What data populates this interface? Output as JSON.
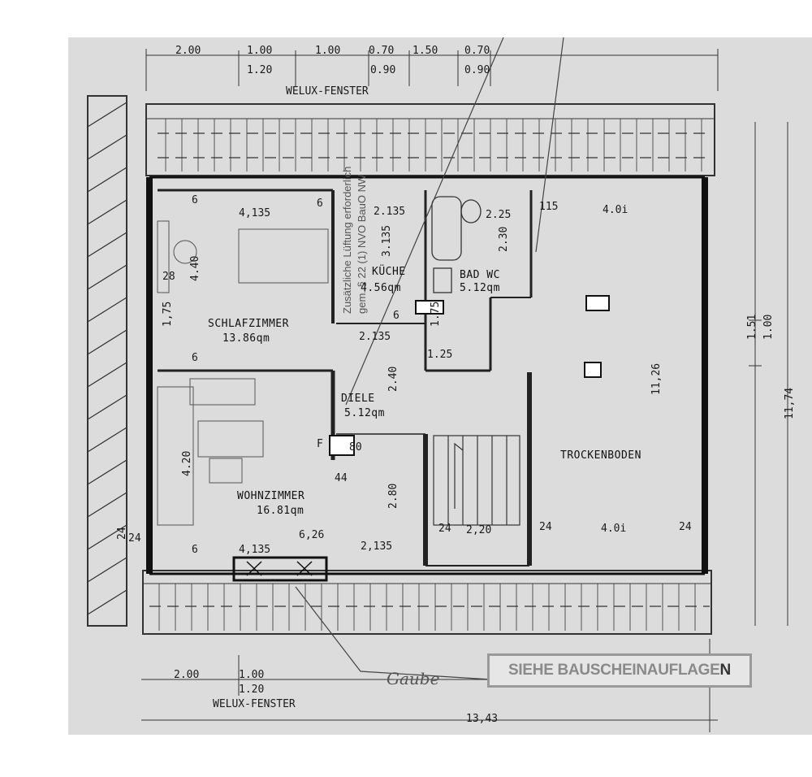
{
  "top_dims_row1": [
    "2.00",
    "1.00",
    "1.00",
    "0.70",
    "1.50",
    "0.70"
  ],
  "top_dims_row2": [
    "1.20",
    "0.90",
    "0.90"
  ],
  "top_window_label": "WELUX-FENSTER",
  "bottom_dims_row1": [
    "2.00",
    "1.00"
  ],
  "bottom_dims_row2": [
    "1.20"
  ],
  "bottom_window_label": "WELUX-FENSTER",
  "overall_width": "13,43",
  "right_dims": [
    "1.51",
    "1.00"
  ],
  "overall_depth": "11,74",
  "left_wall_dim": "24",
  "gaube_label": "Gaube",
  "stamp": {
    "text": "SIEHE BAUSCHEINAUFLAGE",
    "last_letter": "N"
  },
  "vertical_note": [
    "Zusätzliche Lüftung erforderlich",
    "gem. § 22 (1) NVO BauO NW"
  ],
  "rooms": {
    "schlafzimmer": {
      "name": "SCHLAFZIMMER",
      "area": "13.86qm",
      "width": "4,135",
      "height": "4.40"
    },
    "kueche": {
      "name": "KÜCHE",
      "area": "4.56qm",
      "width": "2.135",
      "height": "3.135"
    },
    "bad": {
      "name": "BAD WC",
      "area": "5.12qm",
      "width": "2.25",
      "height": "2.30"
    },
    "diele": {
      "name": "DIELE",
      "area": "5.12qm",
      "width": "2.135",
      "height": "2.40"
    },
    "wohnzimmer": {
      "name": "WOHNZIMMER",
      "area": "16.81qm",
      "width": "6,26",
      "width_left": "4,135",
      "width_right": "2,135",
      "height": "4.20",
      "side": "2.80"
    },
    "trockenboden": {
      "name": "TROCKENBODEN",
      "width_top": "4.0i",
      "width_bottom": "4.0i",
      "height": "11,26"
    }
  },
  "small_dims": [
    "6",
    "6",
    "6",
    "6",
    "115",
    "28",
    "1,75",
    "1.75",
    "1.25",
    "6",
    "44",
    "80",
    "2,20",
    "24",
    "24",
    "24",
    "24"
  ],
  "small_labels": [
    "F"
  ]
}
